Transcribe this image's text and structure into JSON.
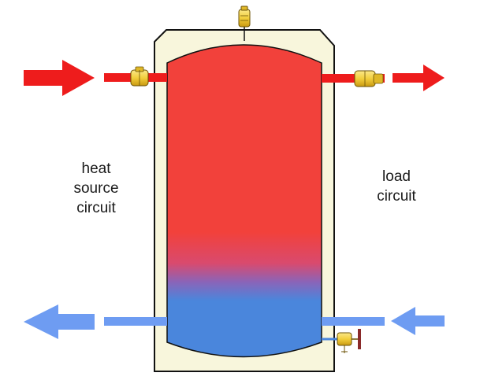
{
  "labels": {
    "heat_source": [
      "heat",
      "source",
      "circuit"
    ],
    "load": [
      "load",
      "circuit"
    ]
  },
  "colors": {
    "hot": "#f2413b",
    "cold": "#4a86dc",
    "hot_arrow": "#ee1c1c",
    "cold_arrow": "#6e9cf2",
    "tank_jacket": "#f8f6dc",
    "outline": "#111111",
    "valve_brass": "#f2ce3c"
  },
  "icons": {
    "top_vent": "air-vent-icon",
    "hot_in_valve": "check-valve-icon",
    "hot_out_valve": "check-valve-icon",
    "drain_valve": "drain-valve-icon"
  }
}
